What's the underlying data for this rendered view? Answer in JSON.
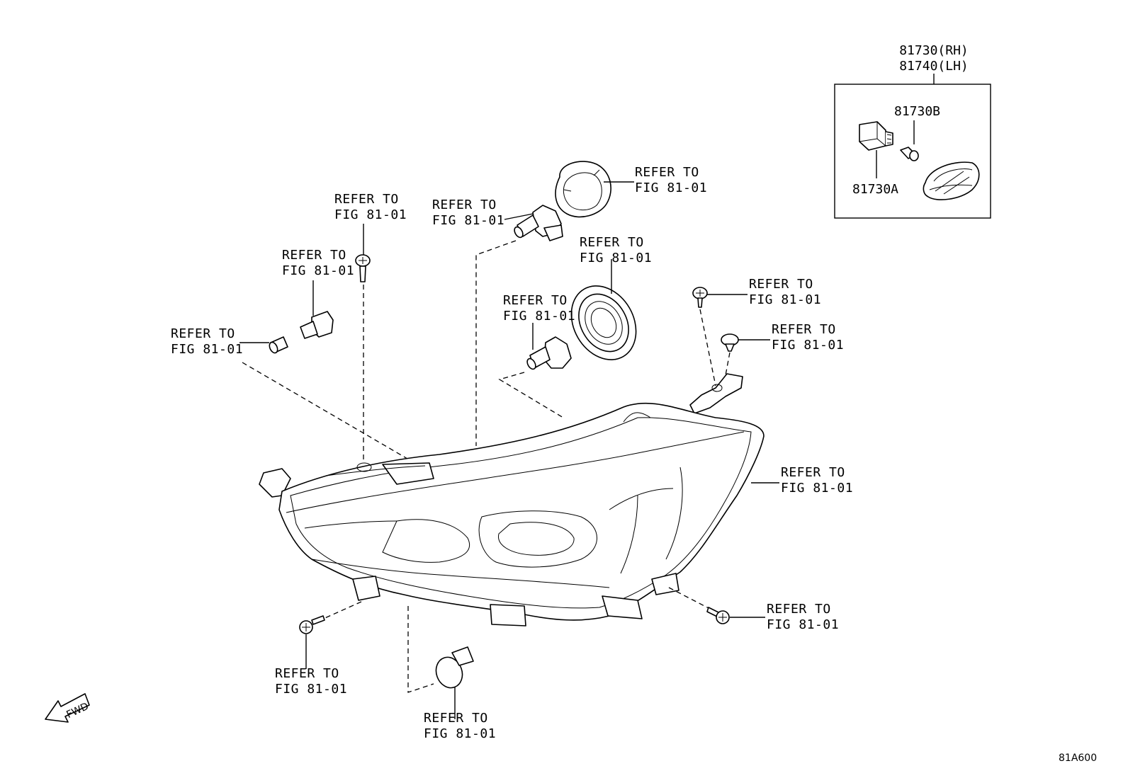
{
  "diagram_id": "81A600",
  "fwd": "FWD",
  "assembly_codes": [
    "81730(RH)",
    "81740(LH)"
  ],
  "inset_parts": [
    "81730B",
    "81730A"
  ],
  "callouts": [
    {
      "line1": "REFER TO",
      "line2": "FIG 81-01"
    },
    {
      "line1": "REFER TO",
      "line2": "FIG 81-01"
    },
    {
      "line1": "REFER TO",
      "line2": "FIG 81-01"
    },
    {
      "line1": "REFER TO",
      "line2": "FIG 81-01"
    },
    {
      "line1": "REFER TO",
      "line2": "FIG 81-01"
    },
    {
      "line1": "REFER TO",
      "line2": "FIG 81-01"
    },
    {
      "line1": "REFER TO",
      "line2": "FIG 81-01"
    },
    {
      "line1": "REFER TO",
      "line2": "FIG 81-01"
    },
    {
      "line1": "REFER TO",
      "line2": "FIG 81-01"
    },
    {
      "line1": "REFER TO",
      "line2": "FIG 81-01"
    },
    {
      "line1": "REFER TO",
      "line2": "FIG 81-01"
    },
    {
      "line1": "REFER TO",
      "line2": "FIG 81-01"
    },
    {
      "line1": "REFER TO",
      "line2": "FIG 81-01"
    }
  ]
}
